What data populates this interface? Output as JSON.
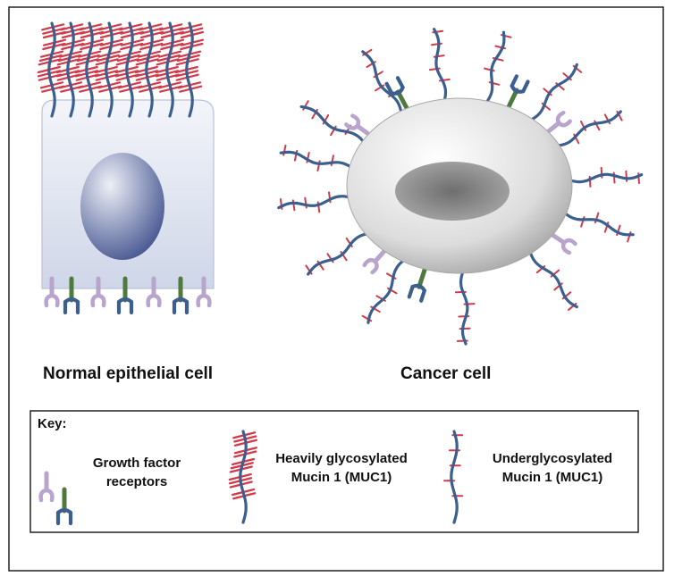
{
  "labels": {
    "normal_cell": "Normal epithelial cell",
    "cancer_cell": "Cancer cell"
  },
  "key": {
    "title": "Key:",
    "receptors_line1": "Growth factor",
    "receptors_line2": "receptors",
    "heavy_line1": "Heavily glycosylated",
    "heavy_line2": "Mucin 1 (MUC1)",
    "under_line1": "Underglycosylated",
    "under_line2": "Mucin 1 (MUC1)"
  },
  "colors": {
    "mucin_core": "#3b5f8e",
    "glycan": "#d23a4a",
    "receptor_lilac": "#b8a4cc",
    "receptor_green": "#4f7a3e",
    "cell_fill": "#dde3ef",
    "nucleus": "#3e4f8c",
    "cancer_cell": "#bdbdbd"
  },
  "icons": [
    "growth-factor-receptor-icon",
    "heavily-glycosylated-mucin-icon",
    "underglycosylated-mucin-icon"
  ]
}
